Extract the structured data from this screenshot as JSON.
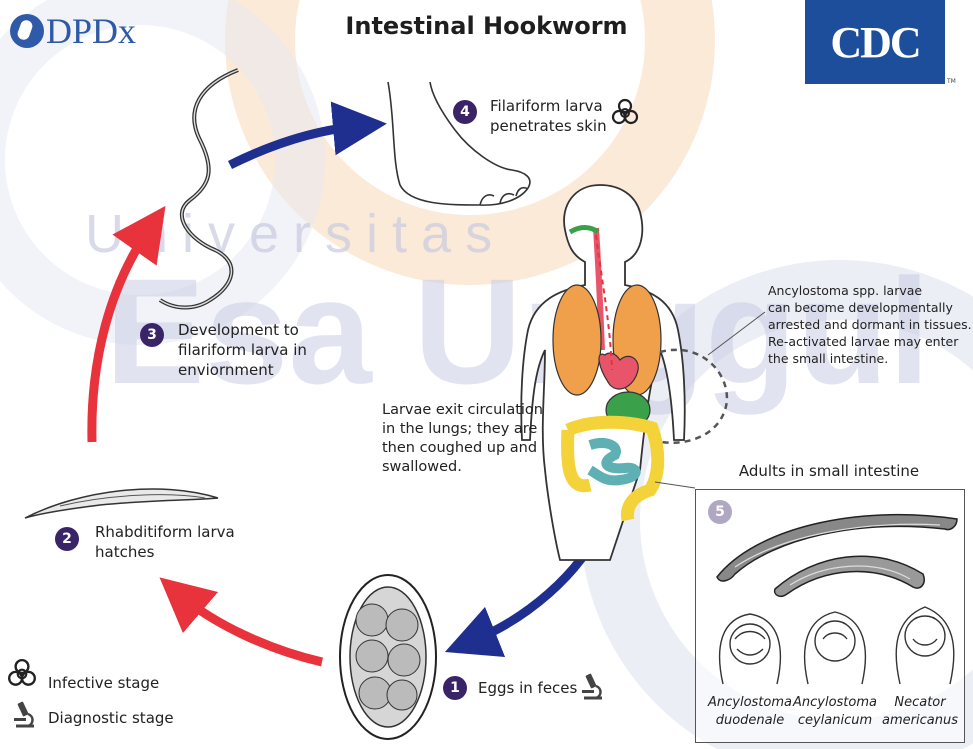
{
  "title": "Intestinal Hookworm",
  "logos": {
    "dpdx": "DPDx",
    "cdc": "CDC",
    "cdc_tm": "TM"
  },
  "watermark": {
    "line1": "Universitas",
    "line2": "Esa Unggul"
  },
  "stages": [
    {
      "number": "1",
      "text": "Eggs in feces"
    },
    {
      "number": "2",
      "line1": "Rhabditiform larva",
      "line2": "hatches"
    },
    {
      "number": "3",
      "line1": "Development to",
      "line2": "filariform larva in",
      "line3": "enviornment"
    },
    {
      "number": "4",
      "line1": "Filariform larva",
      "line2": "penetrates skin"
    },
    {
      "number": "5"
    }
  ],
  "notes": {
    "lungs": [
      "Larvae exit circulation",
      "in the lungs;  they are",
      "then coughed up and",
      "swallowed."
    ],
    "dormant": [
      "Ancylostoma spp. larvae",
      "can become developmentally",
      "arrested and dormant in tissues.",
      "Re-activated larvae may enter",
      "the small intestine."
    ]
  },
  "adults": {
    "title": "Adults in small intestine",
    "species": [
      {
        "line1": "Ancylostoma",
        "line2": "duodenale"
      },
      {
        "line1": "Ancylostoma",
        "line2": "ceylanicum"
      },
      {
        "line1": "Necator",
        "line2": "americanus"
      }
    ]
  },
  "legend": {
    "infective": "Infective stage",
    "diagnostic": "Diagnostic stage"
  },
  "icons": {
    "biohazard": "biohazard-icon",
    "microscope": "microscope-icon"
  },
  "colors": {
    "red_arrow": "#e8323c",
    "blue_arrow": "#1e2f8f",
    "badge": "#3a2468",
    "lungs": "#f0a04b",
    "stomach": "#3aa04a",
    "colon": "#f4d33a",
    "small_intestine": "#5fb0b5",
    "heart": "#e8556a",
    "cdc_blue": "#1d4e9b"
  }
}
